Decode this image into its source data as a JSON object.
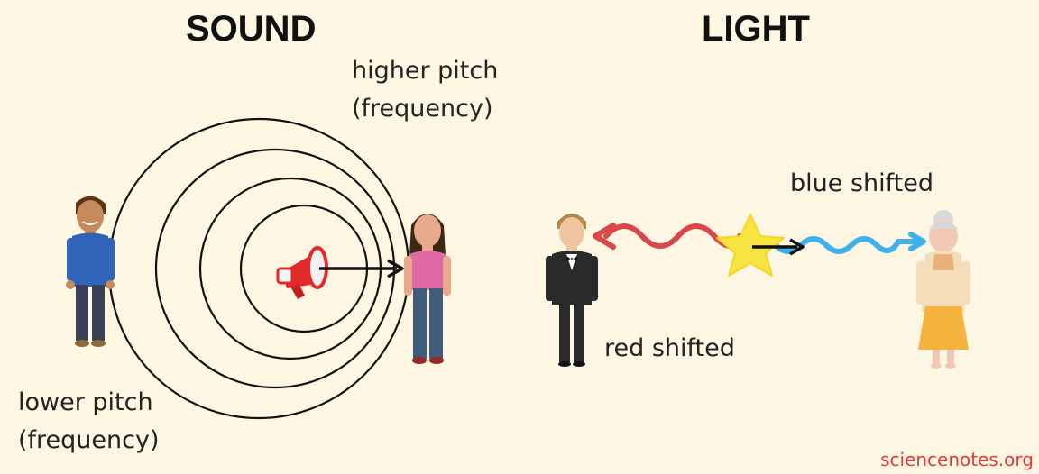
{
  "headings": {
    "sound": "SOUND",
    "light": "LIGHT"
  },
  "sound": {
    "higher_label_line1": "higher pitch",
    "higher_label_line2": "(frequency)",
    "lower_label_line1": "lower pitch",
    "lower_label_line2": "(frequency)"
  },
  "light": {
    "blue_label": "blue shifted",
    "red_label": "red shifted"
  },
  "credit": "sciencenotes.org",
  "colors": {
    "background": "#fdf6e3",
    "red_wave": "#d94848",
    "blue_wave": "#3eb1ec",
    "star": "#f7e443",
    "megaphone": "#e02b2b"
  }
}
